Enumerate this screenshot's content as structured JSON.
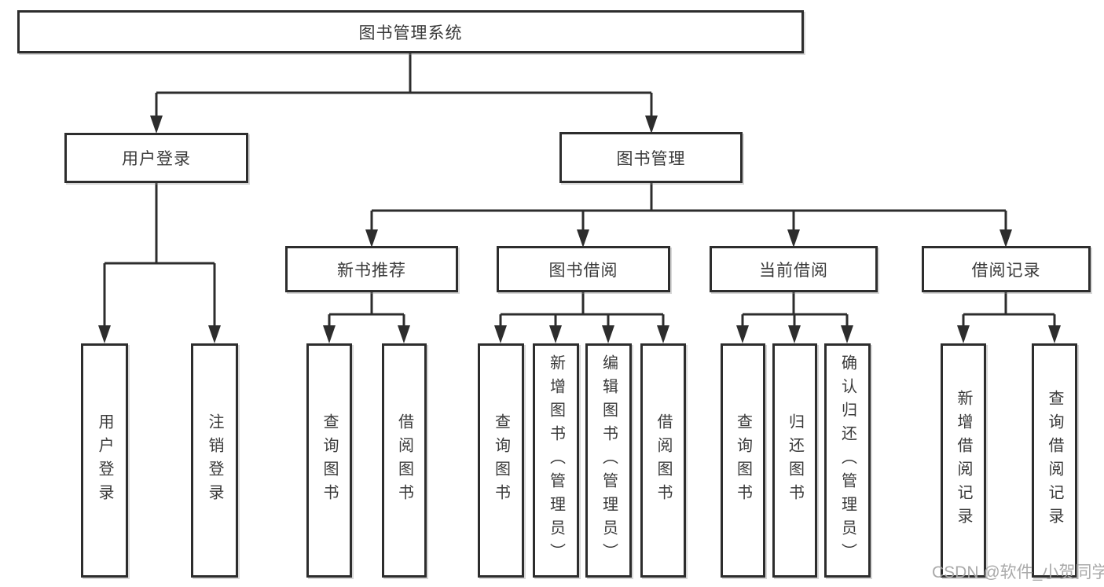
{
  "diagram": {
    "watermark": "CSDN @软件_小贺同学",
    "colors": {
      "line": "#2d2d2d",
      "box_border": "#2d2d2d",
      "text": "#3a3a3a",
      "watermark": "#a5a5a5",
      "background": "#ffffff"
    },
    "nodes": {
      "root": "图书管理系统",
      "user_login": "用户登录",
      "book_mgmt": "图书管理",
      "login_child_1": "用户登录",
      "login_child_2": "注销登录",
      "new_book": "新书推荐",
      "book_borrow": "图书借阅",
      "current_borrow": "当前借阅",
      "borrow_record": "借阅记录",
      "new_book_child_1": "查询图书",
      "new_book_child_2": "借阅图书",
      "book_borrow_child_1": "查询图书",
      "book_borrow_child_2": "新增图书（管理员）",
      "book_borrow_child_3": "编辑图书（管理员）",
      "book_borrow_child_4": "借阅图书",
      "current_borrow_child_1": "查询图书",
      "current_borrow_child_2": "归还图书",
      "current_borrow_child_3": "确认归还（管理员）",
      "borrow_record_child_1": "新增借阅记录",
      "borrow_record_child_2": "查询借阅记录"
    }
  }
}
